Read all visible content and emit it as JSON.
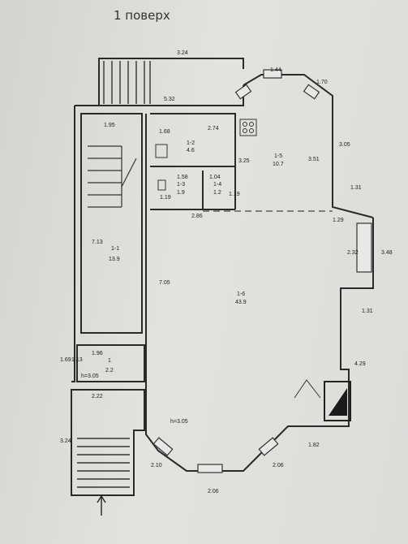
{
  "title": "1 поверх",
  "rooms": [
    {
      "id": "1-1",
      "area": "13.9"
    },
    {
      "id": "1-2",
      "area": "4.6"
    },
    {
      "id": "1-3",
      "area": "1.9"
    },
    {
      "id": "1-4",
      "area": "1.2"
    },
    {
      "id": "1-5",
      "area": "10.7"
    },
    {
      "id": "1-6",
      "area": "43.9"
    },
    {
      "id": "1",
      "area": "2.2"
    }
  ],
  "heights": {
    "vestibule": "h=3.05",
    "hall": "h=3.05"
  },
  "dimensions": {
    "top_stairs_width": "3.24",
    "upper_wall": "5.32",
    "bay_top": "1.44",
    "bay_right_diag": "1.70",
    "right_outer": "3.05",
    "stair_room_width": "1.95",
    "room_12_height": "1.68",
    "room_12_width": "2.74",
    "room_15_height": "3.51",
    "room_15_partition": "3.25",
    "room_13_width": "1.58",
    "room_14_width": "1.04",
    "room_13_height": "1.19",
    "room_14_height": "1.19",
    "kitchen_bottom": "2.86",
    "right_step": "1.31",
    "window_bay": "1.29",
    "window_inner": "2.32",
    "window_outer": "3.48",
    "room_11_height": "7.13",
    "hall_height": "7.05",
    "lower_right_step": "1.31",
    "lower_right_wall": "4.29",
    "vestibule_width": "1.96",
    "vestibule_height": "1.13",
    "left_outer": "1.69",
    "porch_width": "2.22",
    "porch_height": "3.24",
    "bottom_right": "1.82",
    "bottom_diag_right": "2.06",
    "bottom_middle": "2.06",
    "bottom_diag_left": "2.10"
  }
}
